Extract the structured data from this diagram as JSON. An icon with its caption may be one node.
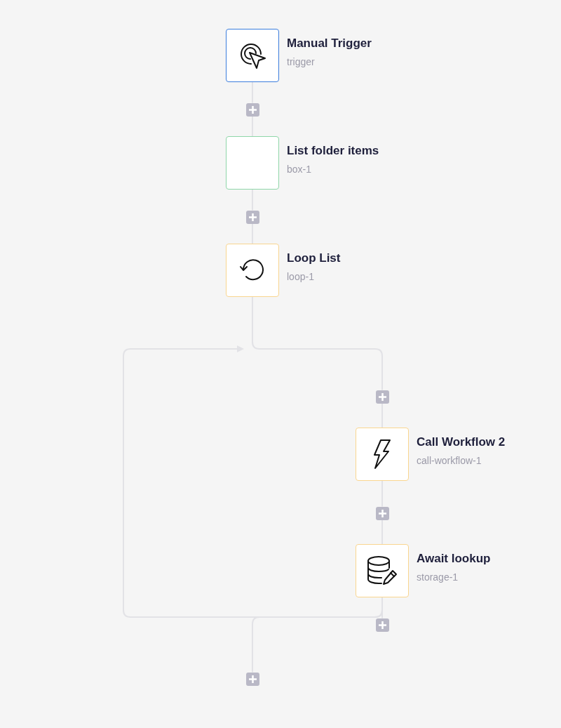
{
  "diagram": {
    "nodes": [
      {
        "text": [
          "Manual Trigger",
          "trigger"
        ]
      },
      {
        "text": [],
        "shape": "box"
      },
      {
        "text": [
          "List folder items",
          "box-1"
        ]
      },
      {
        "text": [],
        "shape": "box"
      },
      {
        "text": [
          "Loop List",
          "loop-1"
        ]
      },
      {
        "text": [],
        "shape": "box"
      },
      {
        "text": [
          "Call Workflow 2",
          "call-workflow-1"
        ]
      },
      {
        "text": [],
        "shape": "box"
      },
      {
        "text": [
          "Await lookup",
          "storage-1"
        ]
      },
      {
        "text": [],
        "shape": "box"
      },
      {
        "text": [],
        "shape": "box"
      }
    ],
    "edges": [
      {
        "from": 0,
        "to": 1,
        "arrow": "none"
      },
      {
        "from": 1,
        "to": 2,
        "arrow": "none"
      },
      {
        "from": 2,
        "to": 3,
        "arrow": "none"
      },
      {
        "from": 3,
        "to": 4,
        "arrow": "none"
      },
      {
        "from": 4,
        "to": 5,
        "arrow": "none"
      },
      {
        "from": 5,
        "to": 6,
        "arrow": "none"
      },
      {
        "from": 6,
        "to": 7,
        "arrow": "none"
      },
      {
        "from": 7,
        "to": 8,
        "arrow": "none"
      },
      {
        "from": 8,
        "to": 9,
        "arrow": "none"
      },
      {
        "from": 8,
        "to": 4,
        "arrow": "to"
      },
      {
        "from": 8,
        "to": 10,
        "arrow": "none"
      }
    ]
  }
}
